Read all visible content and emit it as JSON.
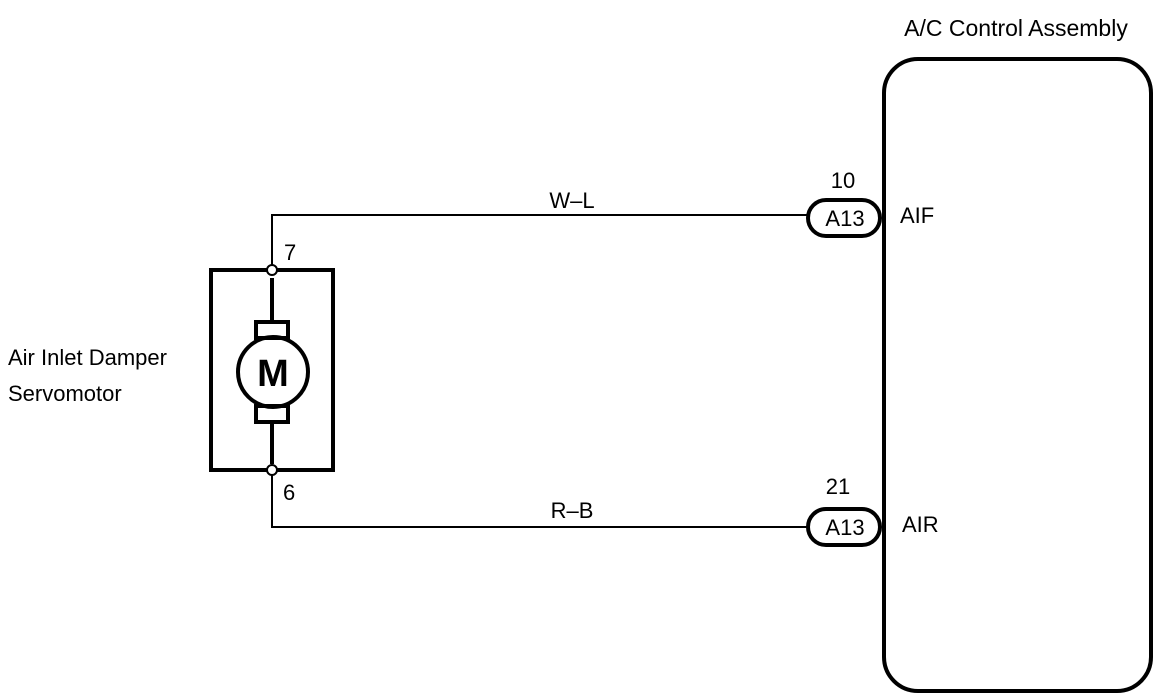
{
  "assembly": {
    "title": "A/C Control Assembly"
  },
  "servomotor": {
    "label_line1": "Air Inlet Damper",
    "label_line2": "Servomotor",
    "motor_symbol": "M"
  },
  "wires": [
    {
      "color_code": "W–L",
      "motor_pin": "7",
      "connector_pin": "10",
      "connector": "A13",
      "terminal": "AIF"
    },
    {
      "color_code": "R–B",
      "motor_pin": "6",
      "connector_pin": "21",
      "connector": "A13",
      "terminal": "AIR"
    }
  ]
}
